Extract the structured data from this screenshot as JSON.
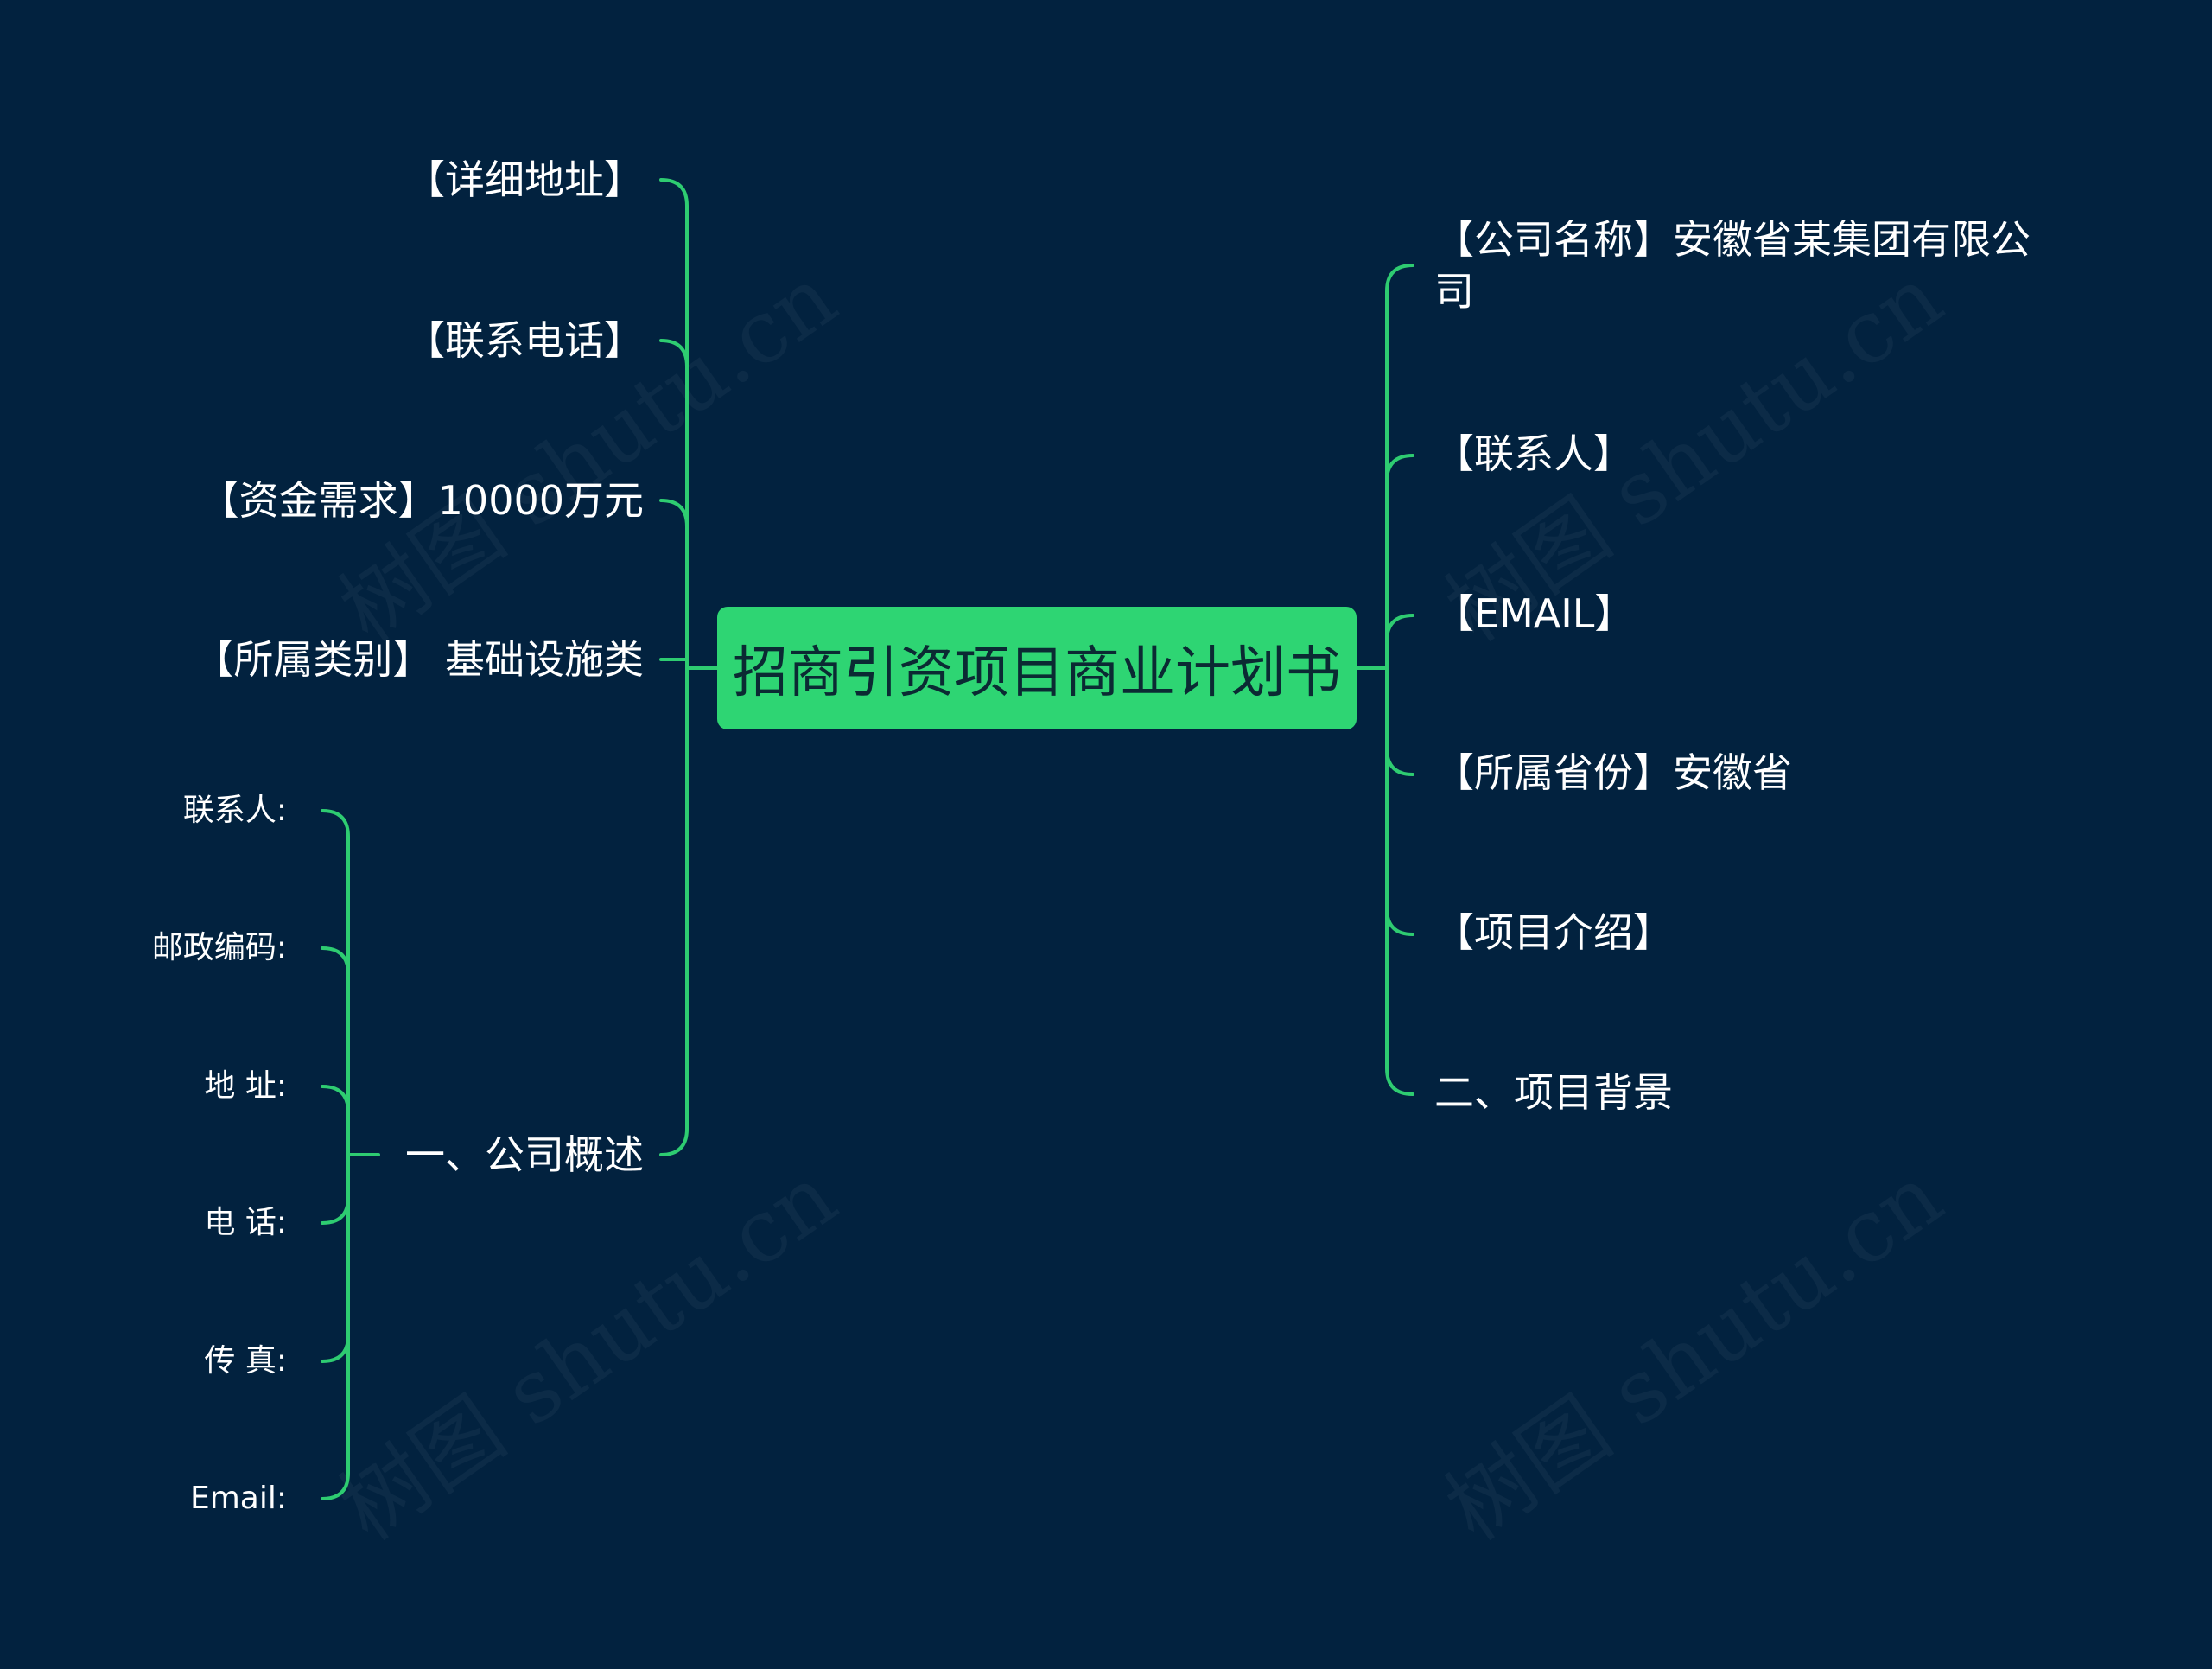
{
  "colors": {
    "background": "#02223f",
    "center_fill": "#2ed573",
    "connector": "#2ecc71",
    "text": "#ffffff",
    "center_text": "#0b2a33"
  },
  "watermark": "树图 shutu.cn",
  "center": "招商引资项目商业计划书",
  "left_branches": [
    "【详细地址】",
    "【联系电话】",
    "【资金需求】10000万元",
    "【所属类别】 基础设施类",
    "一、公司概述"
  ],
  "company_overview_children": [
    "联系人:",
    "邮政编码:",
    "地 址:",
    "电 话:",
    "传 真:",
    "Email:"
  ],
  "right_branches": [
    "【公司名称】安徽省某集团有限公司",
    "【联系人】",
    "【EMAIL】",
    "【所属省份】安徽省",
    "【项目介绍】",
    "二、项目背景"
  ]
}
